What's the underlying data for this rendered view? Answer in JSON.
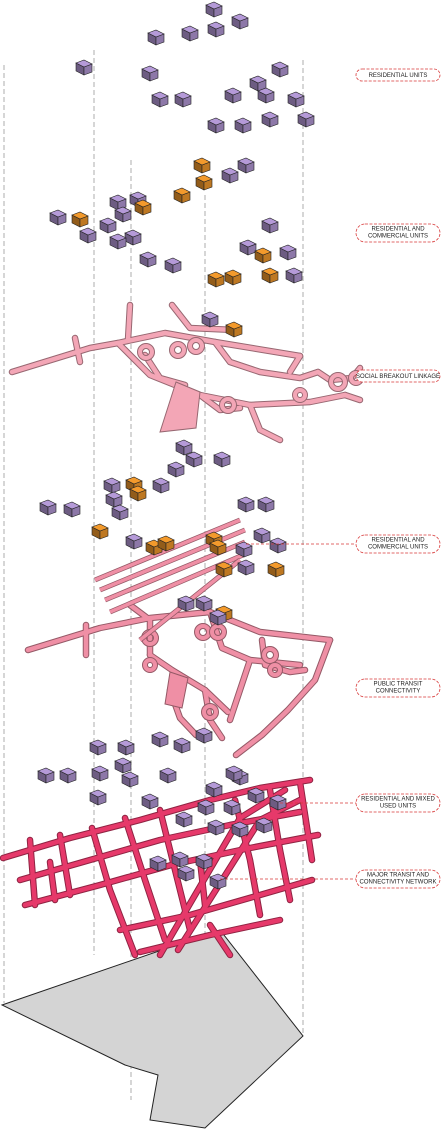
{
  "labels": [
    {
      "id": "residential-units",
      "lines": [
        "RESIDENTIAL UNITS"
      ]
    },
    {
      "id": "residential-commercial-1",
      "lines": [
        "RESIDENTIAL AND",
        "COMMERCIAL UNITS"
      ]
    },
    {
      "id": "social-breakout",
      "lines": [
        "SOCIAL BREAKOUT LINKAGE"
      ]
    },
    {
      "id": "residential-commercial-2",
      "lines": [
        "RESIDENTIAL AND",
        "COMMERCIAL UNITS"
      ]
    },
    {
      "id": "public-transit",
      "lines": [
        "PUBLIC TRANSIT",
        "CONNECTIVITY"
      ]
    },
    {
      "id": "residential-mixed",
      "lines": [
        "RESIDENTIAL AND MIXED",
        "USED UNITS"
      ]
    },
    {
      "id": "major-transit",
      "lines": [
        "MAJOR TRANSIT AND",
        "CONNECTIVITY NETWORK"
      ]
    }
  ],
  "colors": {
    "residential": "#b59ad8",
    "commercial": "#f39a2c",
    "social_link": "#f3a6b6",
    "transit_link": "#ef8fa5",
    "major_network": "#e6396a",
    "ground": "#d4d4d4",
    "label_border": "#d83a3a",
    "guide": "#9a9a9a"
  }
}
